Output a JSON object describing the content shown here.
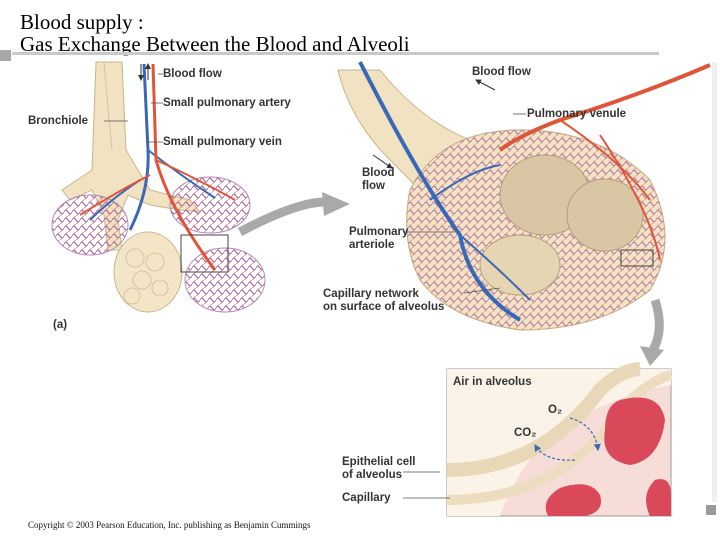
{
  "title": {
    "line1": "Blood supply :",
    "line2": "Gas Exchange Between the Blood and Alveoli"
  },
  "labels": {
    "blood_flow_a": "Blood flow",
    "small_pulmonary_artery": "Small pulmonary artery",
    "bronchiole": "Bronchiole",
    "small_pulmonary_vein": "Small pulmonary vein",
    "panel_a": "(a)",
    "blood_flow_b": "Blood flow",
    "pulmonary_venule": "Pulmonary venule",
    "blood_flow_c_line1": "Blood",
    "blood_flow_c_line2": "flow",
    "pulmonary_arteriole_line1": "Pulmonary",
    "pulmonary_arteriole_line2": "arteriole",
    "capillary_network_line1": "Capillary network",
    "capillary_network_line2": "on surface of alveolus",
    "air_in_alveolus": "Air in alveolus",
    "o2": "O₂",
    "co2": "CO₂",
    "epithelial_line1": "Epithelial cell",
    "epithelial_line2": "of alveolus",
    "capillary": "Capillary"
  },
  "copyright": "Copyright © 2003 Pearson Education, Inc. publishing as Benjamin Cummings",
  "colors": {
    "artery": "#3a68b8",
    "vein": "#e0553a",
    "alveolus": "#f2e3c4",
    "capillary_mesh": "#9c6fb8",
    "red_cell": "#d9495a",
    "callout_arrow": "#a9a9a9"
  }
}
